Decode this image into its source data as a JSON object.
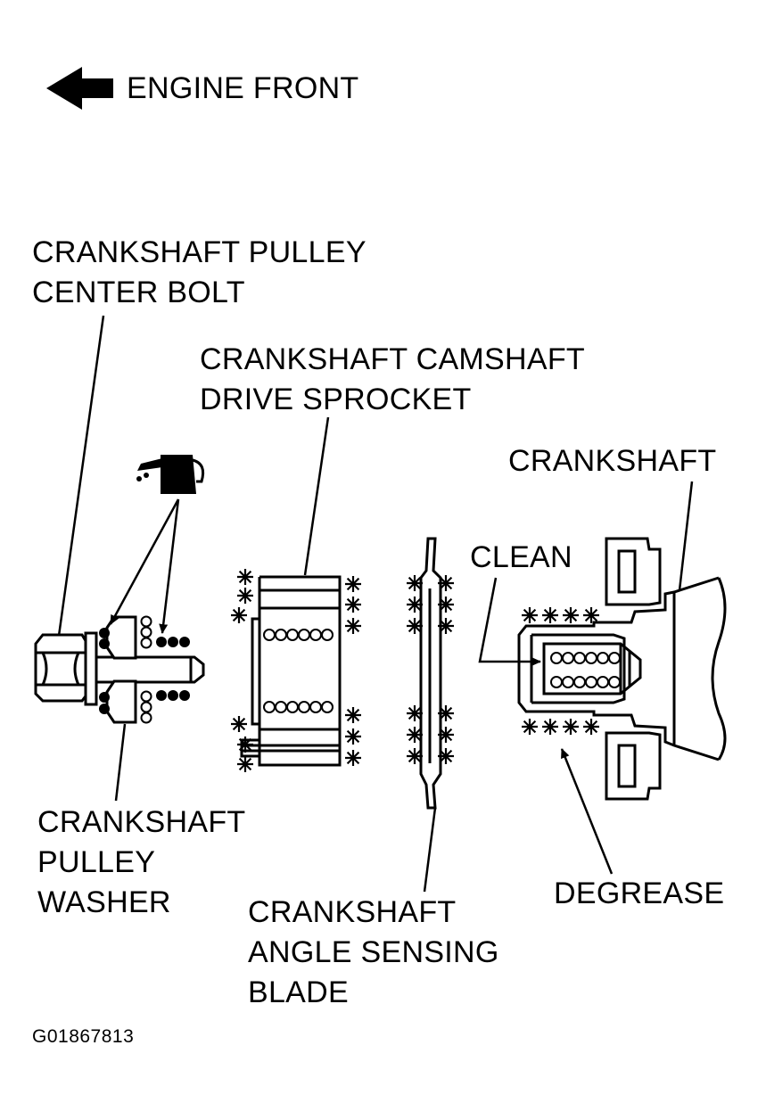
{
  "header": {
    "direction_label": "ENGINE FRONT"
  },
  "labels": {
    "pulley_center_bolt": [
      "CRANKSHAFT PULLEY",
      "CENTER BOLT"
    ],
    "camshaft_drive_sprocket": [
      "CRANKSHAFT CAMSHAFT",
      "DRIVE SPROCKET"
    ],
    "crankshaft": "CRANKSHAFT",
    "clean": "CLEAN",
    "pulley_washer": [
      "CRANKSHAFT",
      "PULLEY",
      "WASHER"
    ],
    "angle_sensing_blade": [
      "CRANKSHAFT",
      "ANGLE SENSING",
      "BLADE"
    ],
    "degrease": "DEGREASE"
  },
  "figure_id": "G01867813",
  "icons": [
    "oil-can-icon",
    "engine-front-arrow-icon"
  ]
}
